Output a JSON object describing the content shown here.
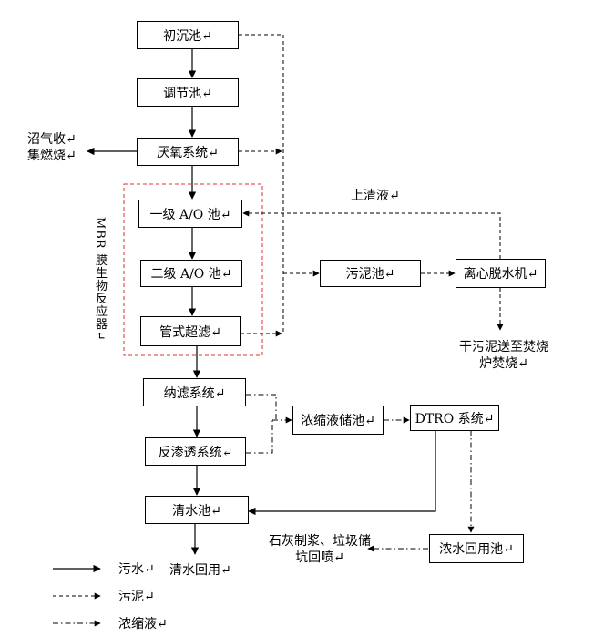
{
  "nodes": {
    "primary_settling": "初沉池↵",
    "regulating": "调节池↵",
    "anaerobic": "厌氧系统↵",
    "ao1": "一级 A/O 池↵",
    "ao2": "二级 A/O 池↵",
    "tubular_uf": "管式超滤↵",
    "sludge_tank": "污泥池↵",
    "centrifuge": "离心脱水机↵",
    "nf": "纳滤系统↵",
    "concentrate_tank": "浓缩液储池↵",
    "dtro": "DTRO 系统↵",
    "ro": "反渗透系统↵",
    "clear_tank": "清水池↵",
    "concentrate_reuse": "浓水回用池↵"
  },
  "labels": {
    "biogas_line1": "沼气收↵",
    "biogas_line2": "集燃烧↵",
    "supernatant": "上清液↵",
    "dry_sludge_line1": "干污泥送至焚烧",
    "dry_sludge_line2": "炉焚烧↵",
    "lime_line1": "石灰制浆、垃圾储",
    "lime_line2": "坑回喷↵",
    "clear_reuse": "清水回用↵",
    "mbr": "MBR 膜生物反应器↵"
  },
  "legend": {
    "sewage": "污水↵",
    "sludge": "污泥↵",
    "concentrate": "浓缩液↵"
  }
}
